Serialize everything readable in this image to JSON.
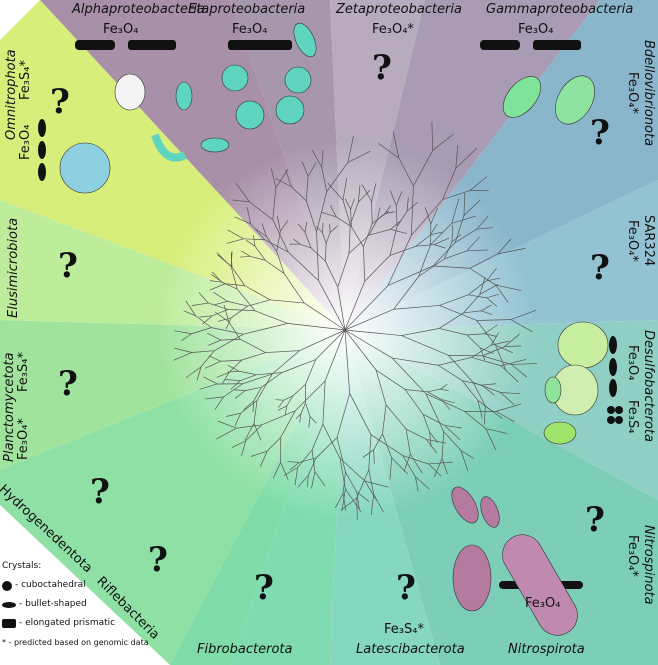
{
  "groups": {
    "alpha": {
      "name": "Alphaproteobacteria",
      "mineral": "Fe₃O₄"
    },
    "eta": {
      "name": "Etaproteobacteria",
      "mineral": "Fe₃O₄"
    },
    "zeta": {
      "name": "Zetaproteobacteria",
      "mineral": "Fe₃O₄*"
    },
    "gamma": {
      "name": "Gammaproteobacteria",
      "mineral": "Fe₃O₄"
    },
    "bdello": {
      "name": "Bdellovibrionota",
      "mineral": "Fe₃O₄*"
    },
    "sar324": {
      "name": "SAR324",
      "mineral": "Fe₃O₄*"
    },
    "desulfo": {
      "name": "Desulfobacterota",
      "mineral1": "Fe₃O₄",
      "mineral2": "Fe₃S₄"
    },
    "nitrospinota": {
      "name": "Nitrospinota",
      "mineral": "Fe₃O₄*"
    },
    "nitrospirota": {
      "name": "Nitrospirota",
      "mineral": "Fe₃O₄"
    },
    "latesci": {
      "name": "Latescibacterota",
      "mineral": "Fe₃S₄*"
    },
    "fibro": {
      "name": "Fibrobacterota"
    },
    "rifle": {
      "name": "Riflebacteria"
    },
    "hydro": {
      "name": "Hydrogenedentota"
    },
    "plancto": {
      "name": "Planctomycetota",
      "mineral1": "Fe₃S₄*",
      "mineral2": "Fe₃O₄*"
    },
    "elusi": {
      "name": "Elusimicrobiota"
    },
    "omni": {
      "name": "Omnitrophota",
      "mineral1": "Fe₃S₄*",
      "mineral2": "Fe₃O₄"
    }
  },
  "unknown_mark": "?",
  "legend": {
    "title": "Crystals:",
    "items": [
      "- cuboctahedral",
      "- bullet-shaped",
      "- elongated prismatic"
    ],
    "note": "* - predicted based on genomic data"
  },
  "colors": {
    "proteo": "#9d8aa0",
    "omni": "#d8ee7a",
    "green": "#8fdcae",
    "blue": "#7fb7cf",
    "cell": "#5fd4c0"
  }
}
